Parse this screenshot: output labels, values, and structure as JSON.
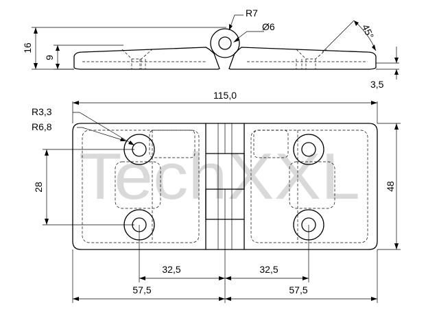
{
  "watermark": {
    "text": "TechXXL",
    "color": "#d9d9d9"
  },
  "side_view": {
    "total_height": "16",
    "leaf_height": "9",
    "thickness": "3,5",
    "knuckle_radius": "R7",
    "pin_diameter": "Ø6",
    "countersink_angle": "45°"
  },
  "top_view": {
    "overall_length": "115,0",
    "width": "48",
    "hole_spacing": "28",
    "hole_radius": "R3,3",
    "boss_radius": "R6,8",
    "left_hole_offset": "32,5",
    "right_hole_offset": "32,5",
    "left_leaf_length": "57,5",
    "right_leaf_length": "57,5"
  }
}
